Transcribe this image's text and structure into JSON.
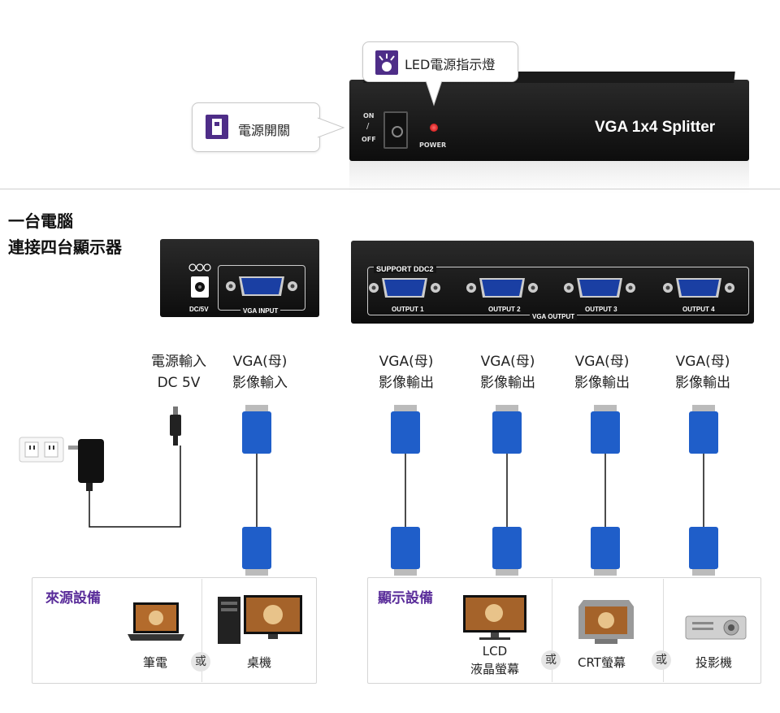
{
  "top": {
    "switch_on": "ON",
    "switch_off": "OFF",
    "power_label": "POWER",
    "device_title": "VGA 1x4 Splitter",
    "callout_led": "LED電源指示燈",
    "callout_switch": "電源開關"
  },
  "headline": {
    "line1": "一台電腦",
    "line2": "連接四台顯示器"
  },
  "input_device": {
    "dc_label": "DC/5V",
    "vga_label": "VGA INPUT"
  },
  "output_device": {
    "support_label": "SUPPORT DDC2",
    "group_label": "VGA OUTPUT",
    "ports": [
      "OUTPUT 1",
      "OUTPUT 2",
      "OUTPUT 3",
      "OUTPUT 4"
    ]
  },
  "captions": {
    "power_in": [
      "電源輸入",
      "DC 5V"
    ],
    "vga_in": [
      "VGA(母)",
      "影像輸入"
    ],
    "vga_out": [
      [
        "VGA(母)",
        "影像輸出"
      ],
      [
        "VGA(母)",
        "影像輸出"
      ],
      [
        "VGA(母)",
        "影像輸出"
      ],
      [
        "VGA(母)",
        "影像輸出"
      ]
    ]
  },
  "source_box": {
    "title": "來源設備",
    "laptop": "筆電",
    "or": "或",
    "desktop": "桌機"
  },
  "display_box": {
    "title": "顯示設備",
    "lcd_line1": "LCD",
    "lcd_line2": "液晶螢幕",
    "or1": "或",
    "crt": "CRT螢幕",
    "or2": "或",
    "projector": "投影機"
  }
}
